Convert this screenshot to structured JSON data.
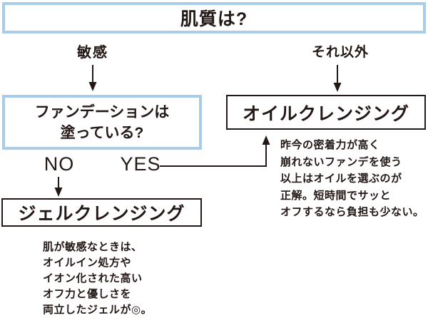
{
  "colors": {
    "accent": "#a9cde9",
    "ink": "#231815",
    "bg": "#ffffff"
  },
  "flowchart": {
    "root_question": "肌質は?",
    "branch_sensitive": "敏感",
    "branch_other": "それ以外",
    "foundation_question_line1": "ファンデーションは",
    "foundation_question_line2": "塗っている?",
    "answer_no": "NO",
    "answer_yes": "YES",
    "result_oil": "オイルクレンジング",
    "result_gel": "ジェルクレンジング",
    "note_oil_lines": {
      "0": "昨今の密着力が高く",
      "1": "崩れないファンデを使う",
      "2": "以上はオイルを選ぶのが",
      "3": "正解。短時間でサッと",
      "4": "オフするなら負担も少ない。"
    },
    "note_gel_lines": {
      "0": "肌が敏感なときは、",
      "1": "オイルイン処方や",
      "2": "イオン化された高い",
      "3": "オフ力と優しさを",
      "4": "両立したジェルが◎。"
    },
    "icons": {
      "arrow_sensitive": "arrow-down-icon",
      "arrow_other": "arrow-down-icon",
      "arrow_no": "arrow-down-icon",
      "arrow_yes": "arrow-right-up-icon"
    }
  }
}
